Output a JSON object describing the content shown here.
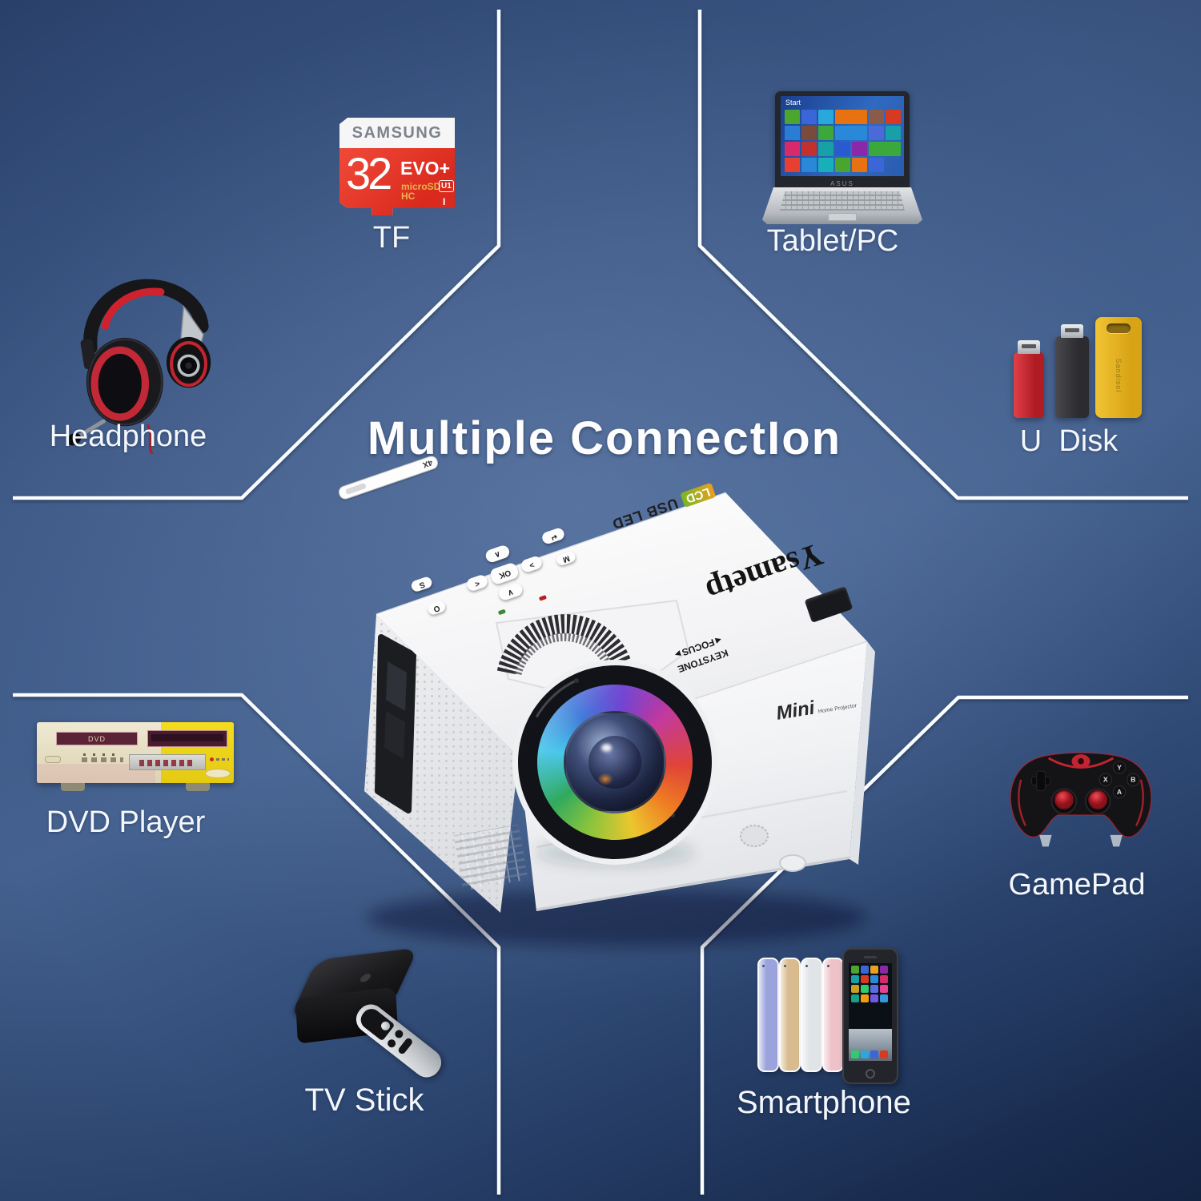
{
  "title": "Multiple ConnectIon",
  "devices": {
    "tf": {
      "label": "TF",
      "card_brand": "SAMSUNG",
      "card_capacity": "32",
      "card_series": "EVO+",
      "card_type": "microSD HC",
      "card_speed": "U1",
      "card_bus": "I"
    },
    "tablet_pc": {
      "label": "Tablet/PC",
      "screen_text": "Start",
      "brand": "ASUS"
    },
    "headphone": {
      "label": "Headphone"
    },
    "u_disk": {
      "label": "U  Disk",
      "stick_brand": "Sandisol"
    },
    "dvd": {
      "label": "DVD Player",
      "slot_text": "DVD"
    },
    "gamepad": {
      "label": "GamePad",
      "buttons": [
        "Y",
        "X",
        "B",
        "A"
      ]
    },
    "tv_stick": {
      "label": "TV Stick"
    },
    "smartphone": {
      "label": "Smartphone"
    }
  },
  "projector": {
    "lcd_badge": "LCD",
    "top_text": "USB LED",
    "brand": "Ysametp",
    "keystone_label": "KEYSTONE",
    "focus_label": "◄FOCUS►",
    "zoom_label": "4X",
    "front_brand": "Mini",
    "front_sub": "Home Projector",
    "buttons": [
      "S",
      "O",
      "∧",
      "<",
      "OK",
      ">",
      "∨",
      "M",
      "↵"
    ]
  },
  "colors": {
    "background_center": "#4c6898",
    "background_edge": "#16294a",
    "line": "#fafdff",
    "label_text": "#f3f6fb",
    "accent_red": "#c22430",
    "tf_red": "#e23528",
    "usb_red": "#c8232b",
    "usb_black": "#38383c",
    "usb_yellow": "#e2ae1e",
    "dvd_yellow": "#f0d415",
    "lens_ring": "#111318"
  },
  "artwork": {
    "laptop_tiles": [
      "#4ba52e",
      "#3a66d8",
      "#29a8dc",
      "#e8720f",
      "#8a5a4a",
      "#d83a20",
      "#2a7dd4",
      "#7a4a3a",
      "#3aa83a",
      "#2a88d8",
      "#4a6ad8",
      "#18a0a8",
      "#d82a6a",
      "#c23030",
      "#18a0a8",
      "#2a5ad0",
      "#8a28a8",
      "#3aa83a",
      "#e84030",
      "#2a88d8",
      "#18b0b8",
      "#4aa52e",
      "#e8720f",
      "#3a66d8"
    ],
    "phone_colors": [
      "#9aa3dc",
      "#d8bb8e",
      "#e0e4e7",
      "#efc2c9"
    ],
    "app_colors": [
      "#4ba52e",
      "#3a66d8",
      "#e8a020",
      "#8a28a8",
      "#18a0a8",
      "#d83a20",
      "#2a88d8",
      "#d82a6a",
      "#caa020",
      "#2ecb71",
      "#5b6ee1",
      "#e84393",
      "#16a085",
      "#f39c12",
      "#7158e2",
      "#3498db"
    ],
    "dock_colors": [
      "#2ecb71",
      "#29a8dc",
      "#3a66d8",
      "#d83a20"
    ],
    "lens_rainbow": [
      "#3ec3ea",
      "#2f6fd6 12%",
      "#6a3bd0 24%",
      "#c23a9e 35%",
      "#e04438 48%",
      "#ef7c22 58%",
      "#ecc62e 68%",
      "#8cc43c 78%",
      "#2fa95e 88%",
      "#3ec3ea 100%"
    ]
  }
}
